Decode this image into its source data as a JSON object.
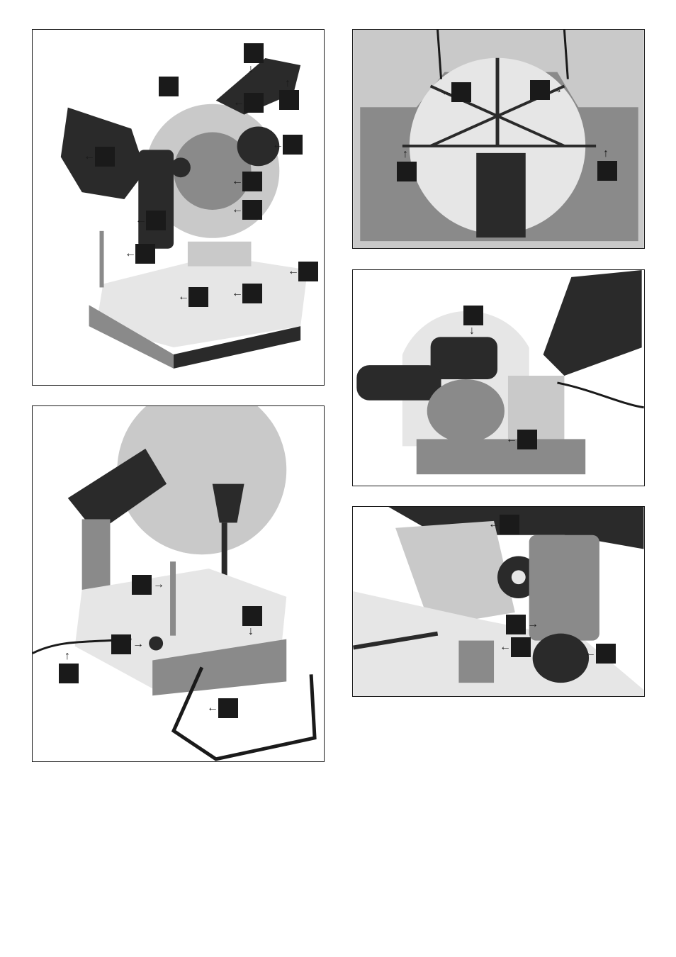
{
  "page": {
    "panels": [
      {
        "id": "fig-1",
        "subject": "miter-saw-overview"
      },
      {
        "id": "fig-2",
        "subject": "saw-base-underside"
      },
      {
        "id": "fig-3",
        "subject": "saw-head-top-view"
      },
      {
        "id": "fig-4",
        "subject": "rear-clamp-and-handle"
      },
      {
        "id": "fig-5",
        "subject": "bevel-adjustment-detail"
      }
    ]
  },
  "colors": {
    "callout_fill": "#1a1a1a",
    "border": "#1a1a1a",
    "photo_dark": "#2a2a2a",
    "photo_mid": "#8a8a8a",
    "photo_light": "#c9c9c9"
  },
  "icons": {
    "arrow_left": "arrow-left-icon",
    "arrow_right": "arrow-right-icon",
    "arrow_up": "arrow-up-icon",
    "arrow_down": "arrow-down-icon"
  }
}
